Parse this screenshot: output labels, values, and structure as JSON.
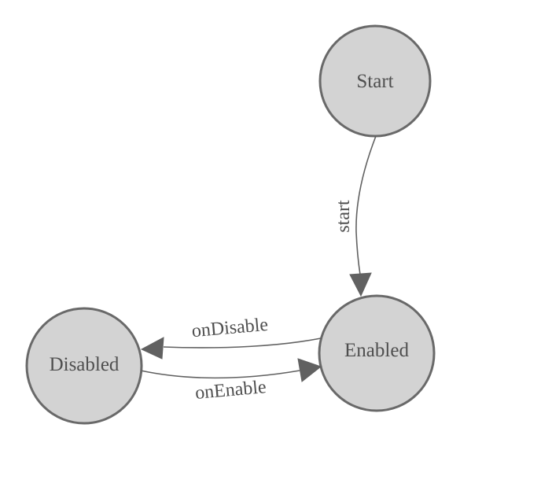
{
  "diagram": {
    "kind": "state-machine",
    "nodes": [
      {
        "id": "start-node",
        "label": "Start"
      },
      {
        "id": "enabled-node",
        "label": "Enabled"
      },
      {
        "id": "disabled-node",
        "label": "Disabled"
      }
    ],
    "edges": [
      {
        "from": "Start",
        "to": "Enabled",
        "label": "start"
      },
      {
        "from": "Enabled",
        "to": "Disabled",
        "label": "onDisable"
      },
      {
        "from": "Disabled",
        "to": "Enabled",
        "label": "onEnable"
      }
    ],
    "colors": {
      "background": "#ffffff",
      "node_fill": "#d3d3d3",
      "node_stroke": "#696969",
      "edge_stroke": "#616161",
      "arrow_fill": "#616161",
      "label_text": "#4f4f4f"
    }
  }
}
